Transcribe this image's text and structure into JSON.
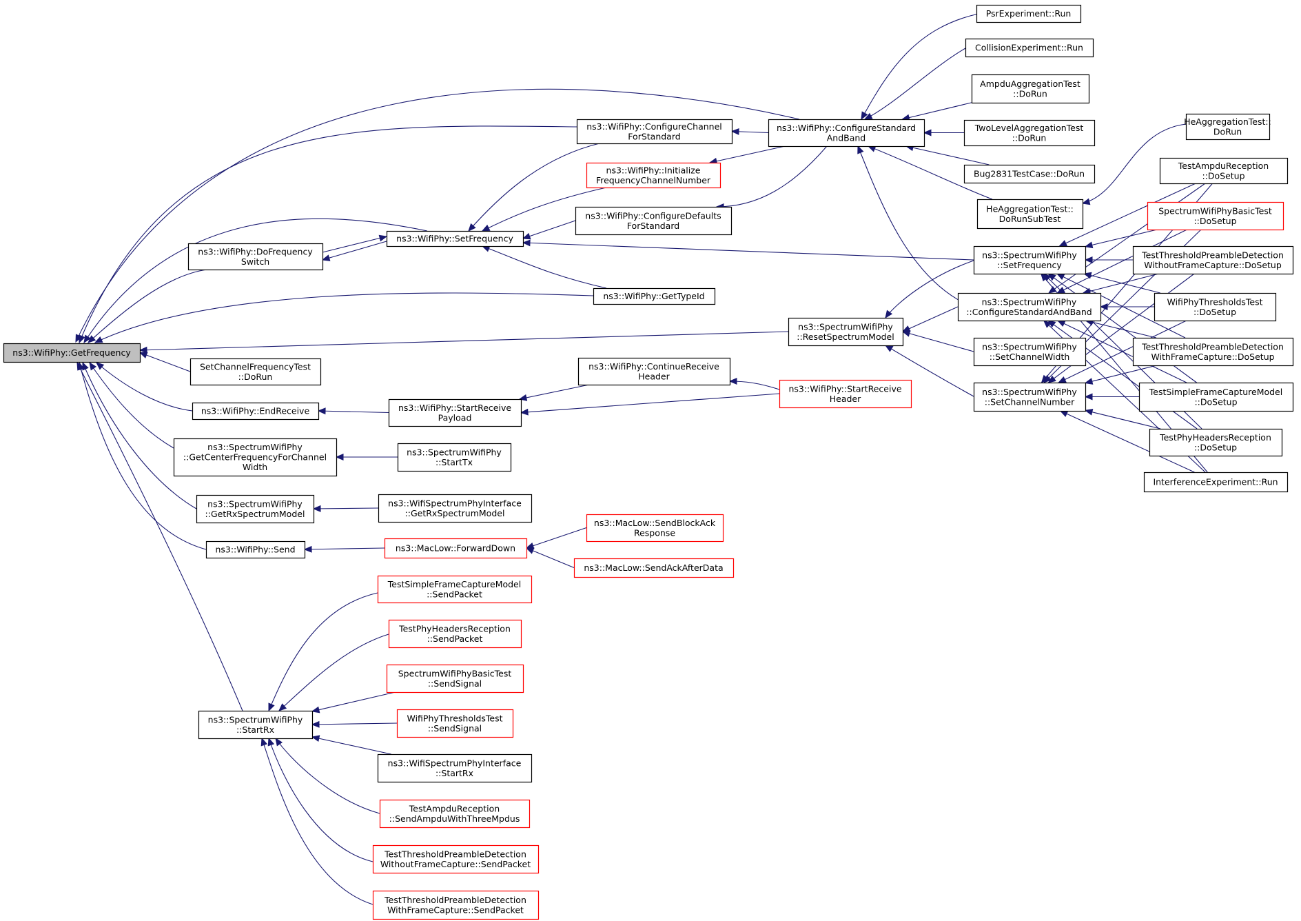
{
  "diagram": {
    "colors": {
      "edge": "#191970",
      "root_fill": "#bfbfbf",
      "node_fill": "#ffffff",
      "node_border_documented": "#000000",
      "node_border_undocumented": "#ff0000",
      "text": "#000000"
    },
    "nodes": [
      {
        "id": "getfreq",
        "lines": [
          "ns3::WifiPhy::GetFrequency"
        ],
        "style": "root"
      },
      {
        "id": "cfgchan",
        "lines": [
          "ns3::WifiPhy::ConfigureChannel",
          "ForStandard"
        ],
        "style": "black"
      },
      {
        "id": "initfreq",
        "lines": [
          "ns3::WifiPhy::Initialize",
          "FrequencyChannelNumber"
        ],
        "style": "red"
      },
      {
        "id": "cfgdef",
        "lines": [
          "ns3::WifiPhy::ConfigureDefaults",
          "ForStandard"
        ],
        "style": "black"
      },
      {
        "id": "dofreqsw",
        "lines": [
          "ns3::WifiPhy::DoFrequency",
          "Switch"
        ],
        "style": "black"
      },
      {
        "id": "setfreq",
        "lines": [
          "ns3::WifiPhy::SetFrequency"
        ],
        "style": "black"
      },
      {
        "id": "gettypeid",
        "lines": [
          "ns3::WifiPhy::GetTypeId"
        ],
        "style": "black"
      },
      {
        "id": "cfgstd",
        "lines": [
          "ns3::WifiPhy::ConfigureStandard",
          "AndBand"
        ],
        "style": "black"
      },
      {
        "id": "psr",
        "lines": [
          "PsrExperiment::Run"
        ],
        "style": "black"
      },
      {
        "id": "coll",
        "lines": [
          "CollisionExperiment::Run"
        ],
        "style": "black"
      },
      {
        "id": "ampduagg",
        "lines": [
          "AmpduAggregationTest",
          "::DoRun"
        ],
        "style": "black"
      },
      {
        "id": "twolevel",
        "lines": [
          "TwoLevelAggregationTest",
          "::DoRun"
        ],
        "style": "black"
      },
      {
        "id": "bug2831",
        "lines": [
          "Bug2831TestCase::DoRun"
        ],
        "style": "black"
      },
      {
        "id": "heaggsub",
        "lines": [
          "HeAggregationTest::",
          "DoRunSubTest"
        ],
        "style": "black"
      },
      {
        "id": "heaggrun",
        "lines": [
          "HeAggregationTest::",
          "DoRun"
        ],
        "style": "black"
      },
      {
        "id": "swpsetfreq",
        "lines": [
          "ns3::SpectrumWifiPhy",
          "::SetFrequency"
        ],
        "style": "black"
      },
      {
        "id": "swpcfgstd",
        "lines": [
          "ns3::SpectrumWifiPhy",
          "::ConfigureStandardAndBand"
        ],
        "style": "black"
      },
      {
        "id": "swpsetcw",
        "lines": [
          "ns3::SpectrumWifiPhy",
          "::SetChannelWidth"
        ],
        "style": "black"
      },
      {
        "id": "swpsetcn",
        "lines": [
          "ns3::SpectrumWifiPhy",
          "::SetChannelNumber"
        ],
        "style": "black"
      },
      {
        "id": "swpreset",
        "lines": [
          "ns3::SpectrumWifiPhy",
          "::ResetSpectrumModel"
        ],
        "style": "black"
      },
      {
        "id": "tampdusetup",
        "lines": [
          "TestAmpduReception",
          "::DoSetup"
        ],
        "style": "black"
      },
      {
        "id": "swpbasicsetup",
        "lines": [
          "SpectrumWifiPhyBasicTest",
          "::DoSetup"
        ],
        "style": "red"
      },
      {
        "id": "ttpdwo",
        "lines": [
          "TestThresholdPreambleDetection",
          "WithoutFrameCapture::DoSetup"
        ],
        "style": "black"
      },
      {
        "id": "wifithr",
        "lines": [
          "WifiPhyThresholdsTest",
          "::DoSetup"
        ],
        "style": "black"
      },
      {
        "id": "ttpdw",
        "lines": [
          "TestThresholdPreambleDetection",
          "WithFrameCapture::DoSetup"
        ],
        "style": "black"
      },
      {
        "id": "tsfcm",
        "lines": [
          "TestSimpleFrameCaptureModel",
          "::DoSetup"
        ],
        "style": "black"
      },
      {
        "id": "tphr",
        "lines": [
          "TestPhyHeadersReception",
          "::DoSetup"
        ],
        "style": "black"
      },
      {
        "id": "interf",
        "lines": [
          "InterferenceExperiment::Run"
        ],
        "style": "black"
      },
      {
        "id": "setchfreqtest",
        "lines": [
          "SetChannelFrequencyTest",
          "::DoRun"
        ],
        "style": "black"
      },
      {
        "id": "endrecv",
        "lines": [
          "ns3::WifiPhy::EndReceive"
        ],
        "style": "black"
      },
      {
        "id": "startrecvpl",
        "lines": [
          "ns3::WifiPhy::StartReceive",
          "Payload"
        ],
        "style": "black"
      },
      {
        "id": "contrecvhdr",
        "lines": [
          "ns3::WifiPhy::ContinueReceive",
          "Header"
        ],
        "style": "black"
      },
      {
        "id": "startrecvhdr",
        "lines": [
          "ns3::WifiPhy::StartReceive",
          "Header"
        ],
        "style": "red"
      },
      {
        "id": "getcenter",
        "lines": [
          "ns3::SpectrumWifiPhy",
          "::GetCenterFrequencyForChannel",
          "Width"
        ],
        "style": "black"
      },
      {
        "id": "swpstarttx",
        "lines": [
          "ns3::SpectrumWifiPhy",
          "::StartTx"
        ],
        "style": "black"
      },
      {
        "id": "getrxspec",
        "lines": [
          "ns3::SpectrumWifiPhy",
          "::GetRxSpectrumModel"
        ],
        "style": "black"
      },
      {
        "id": "wspi_getrx",
        "lines": [
          "ns3::WifiSpectrumPhyInterface",
          "::GetRxSpectrumModel"
        ],
        "style": "black"
      },
      {
        "id": "send",
        "lines": [
          "ns3::WifiPhy::Send"
        ],
        "style": "black"
      },
      {
        "id": "fwddown",
        "lines": [
          "ns3::MacLow::ForwardDown"
        ],
        "style": "red"
      },
      {
        "id": "sendblockack",
        "lines": [
          "ns3::MacLow::SendBlockAck",
          "Response"
        ],
        "style": "red"
      },
      {
        "id": "sendackafter",
        "lines": [
          "ns3::MacLow::SendAckAfterData"
        ],
        "style": "red"
      },
      {
        "id": "startrx",
        "lines": [
          "ns3::SpectrumWifiPhy",
          "::StartRx"
        ],
        "style": "black"
      },
      {
        "id": "tsfcm_send",
        "lines": [
          "TestSimpleFrameCaptureModel",
          "::SendPacket"
        ],
        "style": "red"
      },
      {
        "id": "tphr_send",
        "lines": [
          "TestPhyHeadersReception",
          "::SendPacket"
        ],
        "style": "red"
      },
      {
        "id": "swpbasic_sig",
        "lines": [
          "SpectrumWifiPhyBasicTest",
          "::SendSignal"
        ],
        "style": "red"
      },
      {
        "id": "wifithr_sig",
        "lines": [
          "WifiPhyThresholdsTest",
          "::SendSignal"
        ],
        "style": "red"
      },
      {
        "id": "wspi_startrx",
        "lines": [
          "ns3::WifiSpectrumPhyInterface",
          "::StartRx"
        ],
        "style": "black"
      },
      {
        "id": "tampdu_send",
        "lines": [
          "TestAmpduReception",
          "::SendAmpduWithThreeMpdus"
        ],
        "style": "red"
      },
      {
        "id": "ttpdwo_send",
        "lines": [
          "TestThresholdPreambleDetection",
          "WithoutFrameCapture::SendPacket"
        ],
        "style": "red"
      },
      {
        "id": "ttpdw_send",
        "lines": [
          "TestThresholdPreambleDetection",
          "WithFrameCapture::SendPacket"
        ],
        "style": "red"
      }
    ],
    "edges": [
      [
        "cfgstd",
        "getfreq"
      ],
      [
        "cfgchan",
        "getfreq"
      ],
      [
        "setfreq",
        "getfreq"
      ],
      [
        "dofreqsw",
        "getfreq"
      ],
      [
        "gettypeid",
        "getfreq"
      ],
      [
        "swpreset",
        "getfreq"
      ],
      [
        "setchfreqtest",
        "getfreq"
      ],
      [
        "endrecv",
        "getfreq"
      ],
      [
        "getcenter",
        "getfreq"
      ],
      [
        "getrxspec",
        "getfreq"
      ],
      [
        "send",
        "getfreq"
      ],
      [
        "startrx",
        "getfreq"
      ],
      [
        "cfgstd",
        "cfgchan"
      ],
      [
        "cfgstd",
        "initfreq"
      ],
      [
        "cfgstd",
        "cfgdef"
      ],
      [
        "psr",
        "cfgstd"
      ],
      [
        "coll",
        "cfgstd"
      ],
      [
        "ampduagg",
        "cfgstd"
      ],
      [
        "twolevel",
        "cfgstd"
      ],
      [
        "bug2831",
        "cfgstd"
      ],
      [
        "heaggsub",
        "cfgstd"
      ],
      [
        "swpcfgstd",
        "cfgstd"
      ],
      [
        "heaggrun",
        "heaggsub"
      ],
      [
        "cfgchan",
        "setfreq"
      ],
      [
        "initfreq",
        "setfreq"
      ],
      [
        "cfgdef",
        "setfreq"
      ],
      [
        "gettypeid",
        "setfreq"
      ],
      [
        "swpsetfreq",
        "setfreq"
      ],
      [
        "dofreqsw",
        "setfreq"
      ],
      [
        "setfreq",
        "dofreqsw"
      ],
      [
        "swpsetfreq",
        "swpreset"
      ],
      [
        "swpcfgstd",
        "swpreset"
      ],
      [
        "swpsetcw",
        "swpreset"
      ],
      [
        "swpsetcn",
        "swpreset"
      ],
      [
        "tampdusetup",
        "swpsetfreq"
      ],
      [
        "swpbasicsetup",
        "swpsetfreq"
      ],
      [
        "ttpdwo",
        "swpsetfreq"
      ],
      [
        "wifithr",
        "swpsetfreq"
      ],
      [
        "ttpdw",
        "swpsetfreq"
      ],
      [
        "tsfcm",
        "swpsetfreq"
      ],
      [
        "tphr",
        "swpsetfreq"
      ],
      [
        "interf",
        "swpsetfreq"
      ],
      [
        "tampdusetup",
        "swpcfgstd"
      ],
      [
        "swpbasicsetup",
        "swpcfgstd"
      ],
      [
        "ttpdwo",
        "swpcfgstd"
      ],
      [
        "wifithr",
        "swpcfgstd"
      ],
      [
        "ttpdw",
        "swpcfgstd"
      ],
      [
        "tsfcm",
        "swpcfgstd"
      ],
      [
        "tphr",
        "swpcfgstd"
      ],
      [
        "interf",
        "swpcfgstd"
      ],
      [
        "tampdusetup",
        "swpsetcn"
      ],
      [
        "swpbasicsetup",
        "swpsetcn"
      ],
      [
        "ttpdwo",
        "swpsetcn"
      ],
      [
        "wifithr",
        "swpsetcn"
      ],
      [
        "ttpdw",
        "swpsetcn"
      ],
      [
        "tsfcm",
        "swpsetcn"
      ],
      [
        "tphr",
        "swpsetcn"
      ],
      [
        "interf",
        "swpsetcn"
      ],
      [
        "startrecvpl",
        "endrecv"
      ],
      [
        "contrecvhdr",
        "startrecvpl"
      ],
      [
        "startrecvhdr",
        "startrecvpl"
      ],
      [
        "startrecvhdr",
        "contrecvhdr"
      ],
      [
        "swpstarttx",
        "getcenter"
      ],
      [
        "wspi_getrx",
        "getrxspec"
      ],
      [
        "fwddown",
        "send"
      ],
      [
        "sendblockack",
        "fwddown"
      ],
      [
        "sendackafter",
        "fwddown"
      ],
      [
        "tsfcm_send",
        "startrx"
      ],
      [
        "tphr_send",
        "startrx"
      ],
      [
        "swpbasic_sig",
        "startrx"
      ],
      [
        "wifithr_sig",
        "startrx"
      ],
      [
        "wspi_startrx",
        "startrx"
      ],
      [
        "tampdu_send",
        "startrx"
      ],
      [
        "ttpdwo_send",
        "startrx"
      ],
      [
        "ttpdw_send",
        "startrx"
      ]
    ]
  }
}
